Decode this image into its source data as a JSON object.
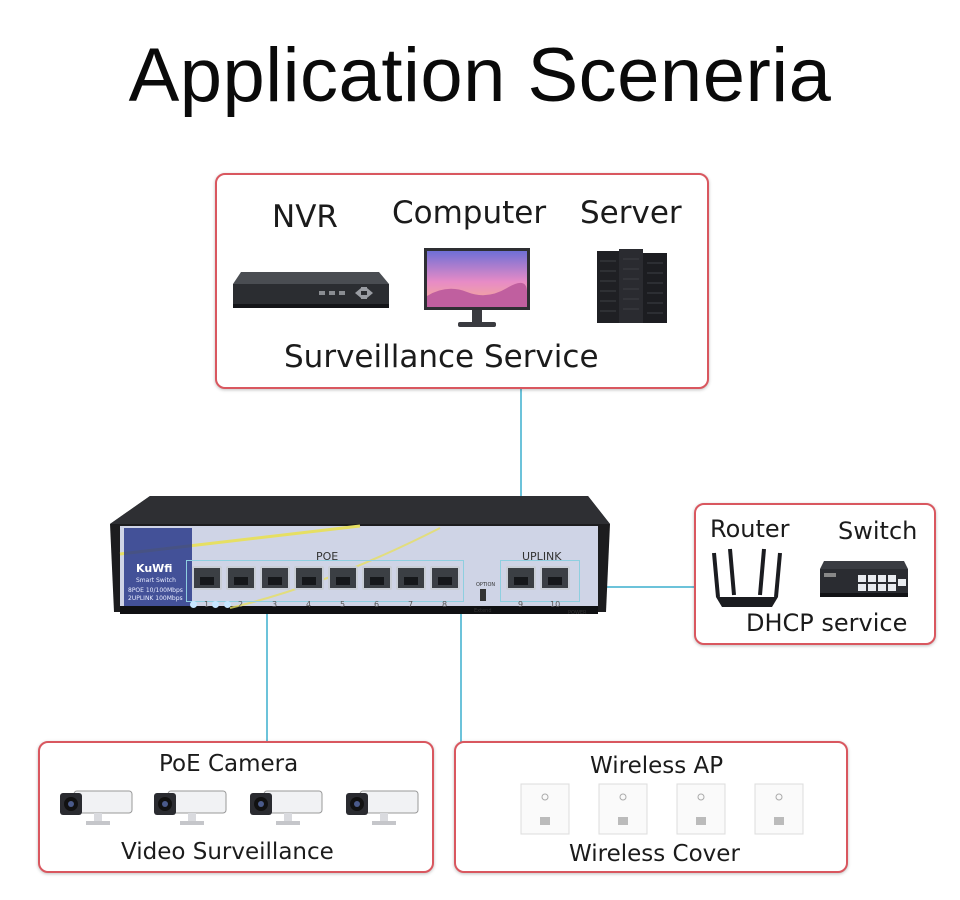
{
  "title": "Application Sceneria",
  "surveillance_box": {
    "devices": [
      {
        "label": "NVR",
        "icon": "nvr-icon"
      },
      {
        "label": "Computer",
        "icon": "monitor-icon"
      },
      {
        "label": "Server",
        "icon": "server-rack-icon"
      }
    ],
    "caption": "Surveillance Service"
  },
  "dhcp_box": {
    "devices": [
      {
        "label": "Router",
        "icon": "router-icon"
      },
      {
        "label": "Switch",
        "icon": "switch-icon"
      }
    ],
    "caption": "DHCP service"
  },
  "camera_box": {
    "title": "PoE Camera",
    "caption": "Video Surveillance",
    "icon": "bullet-camera-icon"
  },
  "ap_box": {
    "title": "Wireless AP",
    "caption": "Wireless Cover",
    "icon": "wall-access-point-icon"
  },
  "switch_device": {
    "brand": "KuWfi",
    "line1": "Smart Switch",
    "line2": "8POE 10/100Mbps",
    "line3": "2UPLINK 100Mbps",
    "poe_label": "POE",
    "uplink_label": "UPLINK",
    "option_label": "OPTION",
    "extend_label": "Extend",
    "power_label": "POWER",
    "port_numbers": [
      "1",
      "2",
      "3",
      "4",
      "5",
      "6",
      "7",
      "8",
      "9",
      "10"
    ]
  },
  "colors": {
    "box_border": "#d9575f",
    "connector": "#6cc3da",
    "switch_body": "#1c1c1e",
    "switch_panel": "#cfd4e6"
  }
}
